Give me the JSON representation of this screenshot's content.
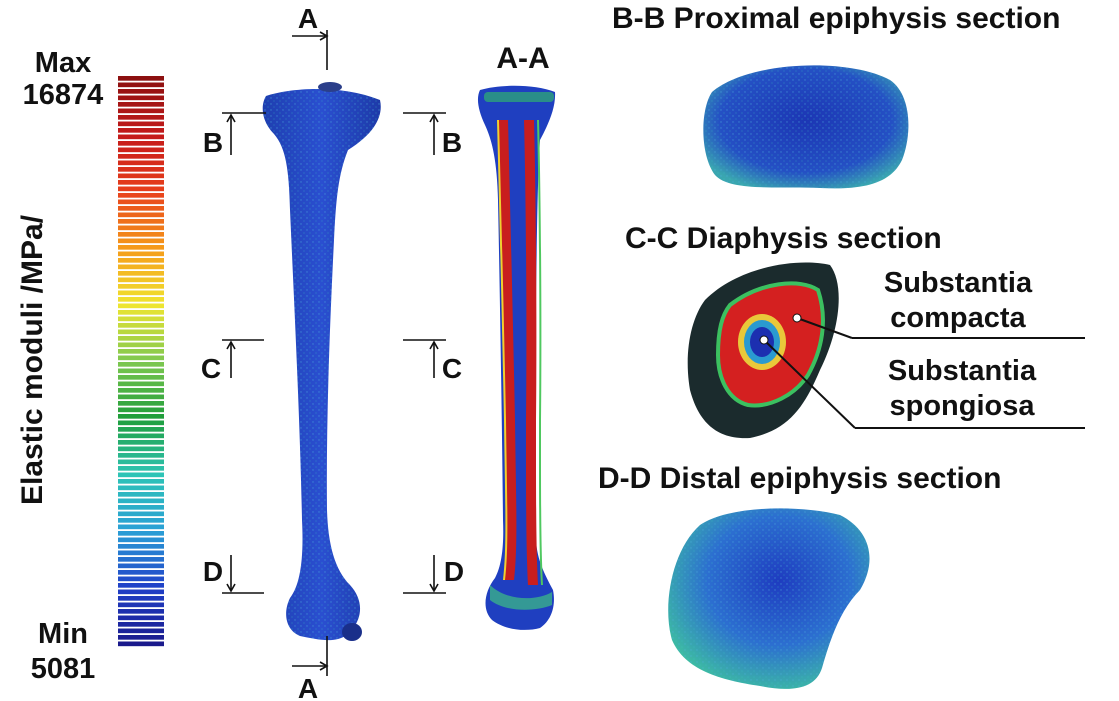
{
  "colorbar": {
    "axis_label": "Elastic moduli /MPa/",
    "max_label": "Max",
    "max_value": "16874",
    "min_label": "Min",
    "min_value": "5081",
    "colors": [
      "#1a1a8c",
      "#2040c8",
      "#2a9fd6",
      "#2ec4b6",
      "#1f9d3a",
      "#7ec850",
      "#f0e630",
      "#f59a1a",
      "#e8401c",
      "#c41a1a",
      "#8c1010"
    ]
  },
  "section_marks": {
    "a": "A",
    "b": "B",
    "c": "C",
    "d": "D"
  },
  "views": {
    "cross_section_title": "A-A"
  },
  "sections": {
    "bb_title": "B-B Proximal epiphysis section",
    "cc_title": "C-C Diaphysis section",
    "dd_title": "D-D Distal epiphysis section"
  },
  "callouts": {
    "compacta_line1": "Substantia",
    "compacta_line2": "compacta",
    "spongiosa_line1": "Substantia",
    "spongiosa_line2": "spongiosa"
  }
}
